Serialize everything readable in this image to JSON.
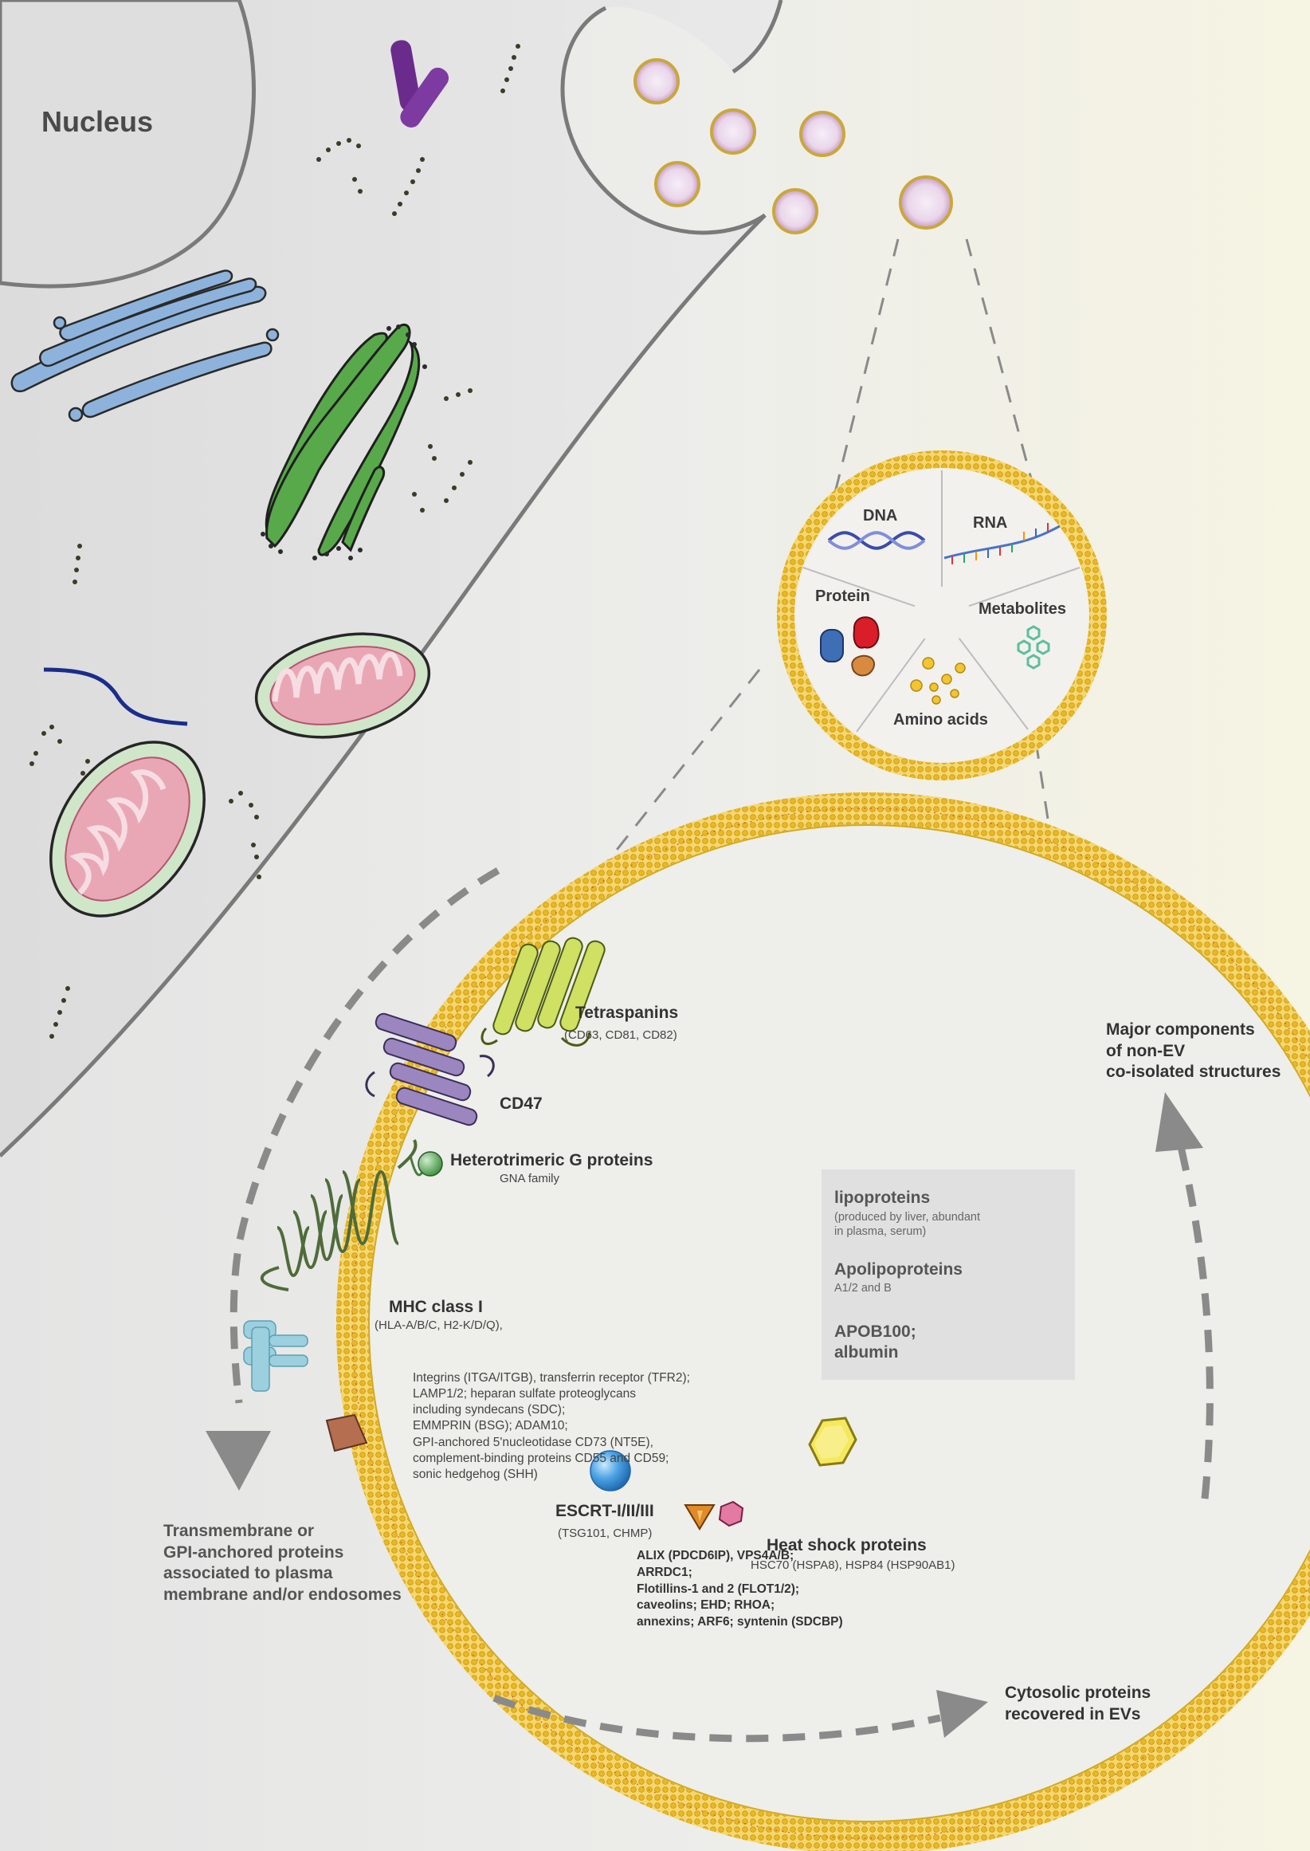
{
  "labels": {
    "nucleus": "Nucleus",
    "dna": "DNA",
    "rna": "RNA",
    "protein": "Protein",
    "metabolites": "Metabolites",
    "amino_acids": "Amino acids",
    "tetraspanins": "Tetraspanins",
    "tetraspanins_sub": "(CD63, CD81, CD82)",
    "cd47": "CD47",
    "g_proteins": "Heterotrimeric G proteins",
    "g_proteins_sub": "GNA family",
    "mhc": "MHC class I",
    "mhc_sub": "(HLA-A/B/C, H2-K/D/Q),",
    "escrt": "ESCRT-I/II/III",
    "escrt_sub": "(TSG101, CHMP)",
    "hsp": "Heat shock proteins",
    "hsp_sub": "HSC70 (HSPA8), HSP84 (HSP90AB1)",
    "non_ev_1": "Major components",
    "non_ev_2": "of non-EV",
    "non_ev_3": "co-isolated structures",
    "tm_1": "Transmembrane or",
    "tm_2": "GPI-anchored proteins",
    "tm_3": "associated to plasma",
    "tm_4": "membrane and/or endosomes",
    "cyto_1": "Cytosolic proteins",
    "cyto_2": "recovered in EVs"
  },
  "membrane_list": [
    "Integrins (ITGA/ITGB), transferrin receptor (TFR2);",
    "LAMP1/2; heparan sulfate proteoglycans",
    "including syndecans (SDC);",
    "EMMPRIN (BSG); ADAM10;",
    "GPI-anchored 5'nucleotidase CD73 (NT5E),",
    "complement-binding proteins CD55 and CD59;",
    "sonic hedgehog (SHH)"
  ],
  "cytosolic_list": [
    "ALIX (PDCD6IP), VPS4A/B;",
    "ARRDC1;",
    "Flotillins-1 and 2 (FLOT1/2);",
    "caveolins; EHD; RHOA;",
    "annexins; ARF6; syntenin (SDCBP)"
  ],
  "legend": {
    "lipo_title": "lipoproteins",
    "lipo_sub_1": "(produced by liver, abundant",
    "lipo_sub_2": "in plasma, serum)",
    "apo_title": "Apolipoproteins",
    "apo_sub": "A1/2 and B",
    "apob_1": "APOB100;",
    "apob_2": "albumin"
  },
  "colors": {
    "membrane_yellow": "#f2c531",
    "tetraspanin_green": "#c9dc5a",
    "cd47_purple": "#9b86c0",
    "er_green": "#56a84a",
    "golgi_blue": "#7ea6d2",
    "mito_pink": "#e7a4b3",
    "arrow_gray": "#8a8a8a"
  }
}
